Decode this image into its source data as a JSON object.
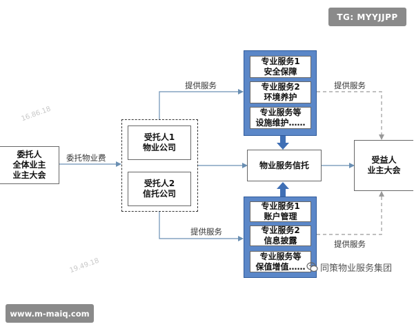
{
  "badges": {
    "top_right": "TG: MYYJJPP",
    "bottom_left": "www.m-maiq.com"
  },
  "watermark": {
    "text": "同策物业服务集团",
    "icon": "wechat-bubble-icon"
  },
  "faint_marks": [
    "16.86.18",
    "19.49.18"
  ],
  "colors": {
    "panel_fill": "#5b87c8",
    "panel_border": "#2f5a9a",
    "solid_line": "#6a8fb3",
    "dashed_line": "#999999",
    "badge_bg": "#8a8a8a"
  },
  "nodes": {
    "entrustor": {
      "line1": "委托人",
      "line2": "全体业主",
      "line3": "业主大会"
    },
    "trustee1": {
      "line1": "受托人1",
      "line2": "物业公司"
    },
    "trustee2": {
      "line1": "受托人2",
      "line2": "信托公司"
    },
    "center": {
      "label": "物业服务信托"
    },
    "beneficiary": {
      "line1": "受益人",
      "line2": "业主大会"
    },
    "top_panel": [
      {
        "line1": "专业服务1",
        "line2": "安全保障"
      },
      {
        "line1": "专业服务2",
        "line2": "环境养护"
      },
      {
        "line1": "专业服务等",
        "line2": "设施维护……"
      }
    ],
    "bottom_panel": [
      {
        "line1": "专业服务1",
        "line2": "账户管理"
      },
      {
        "line1": "专业服务2",
        "line2": "信息披露"
      },
      {
        "line1": "专业服务等",
        "line2": "保值增值……"
      }
    ]
  },
  "edge_labels": {
    "fee": "委托物业费",
    "service_top_left": "提供服务",
    "service_top_right": "提供服务",
    "service_bottom_left": "提供服务",
    "service_bottom_right": "提供服务"
  }
}
